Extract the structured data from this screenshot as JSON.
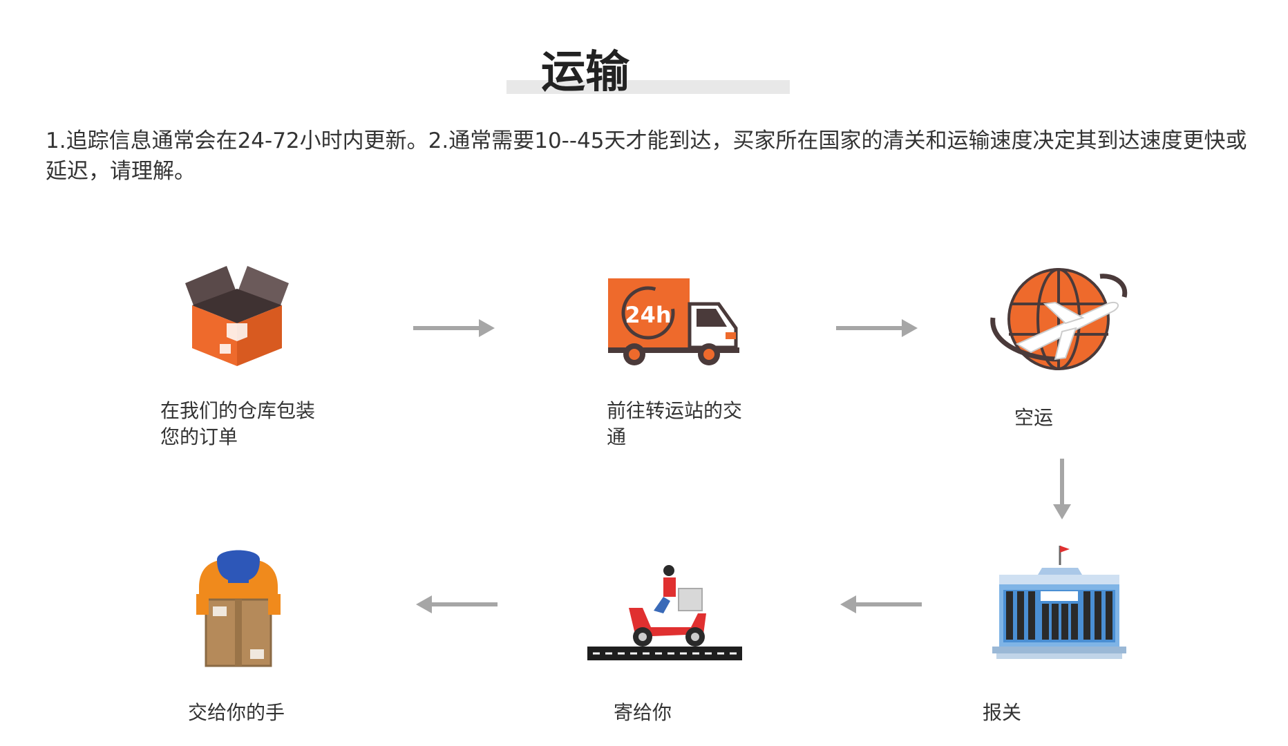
{
  "header": {
    "title": "运输"
  },
  "description": "1.追踪信息通常会在24-72小时内更新。2.通常需要10--45天才能到达，买家所在国家的清关和运输速度决定其到达速度更快或延迟，请理解。",
  "steps": [
    {
      "label": "在我们的仓库包装您的订单",
      "icon": "package-box-icon"
    },
    {
      "label": "前往转运站的交通",
      "icon": "delivery-truck-icon"
    },
    {
      "label": "空运",
      "icon": "globe-airplane-icon"
    },
    {
      "label": "报关",
      "icon": "customs-building-icon"
    },
    {
      "label": "寄给你",
      "icon": "scooter-courier-icon"
    },
    {
      "label": "交给你的手",
      "icon": "person-holding-box-icon"
    }
  ],
  "truck_badge": "24h",
  "colors": {
    "orange": "#ee6a2c",
    "dark": "#5a4a4a",
    "arrow": "#a6a6a6",
    "blue": "#3a8bd6"
  }
}
